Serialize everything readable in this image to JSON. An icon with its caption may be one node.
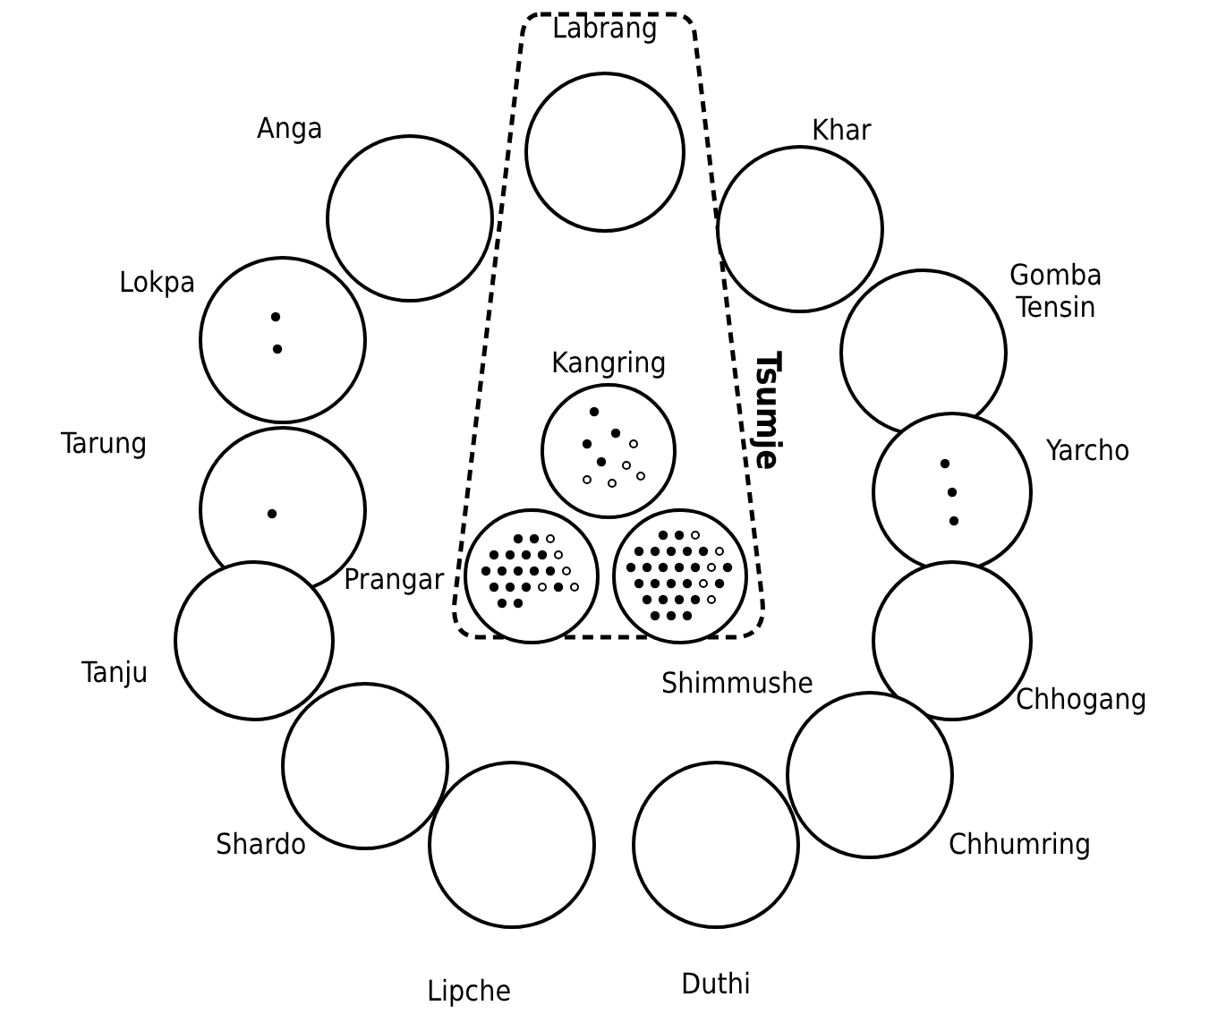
{
  "diagram": {
    "nodes": [
      {
        "text": [
          "Tsumje"
        ]
      },
      {
        "text": [
          "Labrang"
        ],
        "in": 0
      },
      {
        "text": [
          "Anga"
        ]
      },
      {
        "text": [
          "Khar"
        ]
      },
      {
        "text": [
          "Lokpa"
        ]
      },
      {
        "text": [
          "Gomba Tensin"
        ]
      },
      {
        "text": [
          "Kangring"
        ],
        "in": 0
      },
      {
        "text": [
          "Tarung"
        ]
      },
      {
        "text": [
          "Yarcho"
        ]
      },
      {
        "text": [
          "Prangar"
        ],
        "in": 0
      },
      {
        "text": [
          "Shimmushe"
        ],
        "in": 0
      },
      {
        "text": [
          "Chhogang"
        ]
      },
      {
        "text": [
          "Tanju"
        ]
      },
      {
        "text": [
          "Shardo"
        ]
      },
      {
        "text": [
          "Chhumring"
        ]
      },
      {
        "text": [
          "Lipche"
        ]
      },
      {
        "text": [
          "Duthi"
        ]
      }
    ]
  }
}
